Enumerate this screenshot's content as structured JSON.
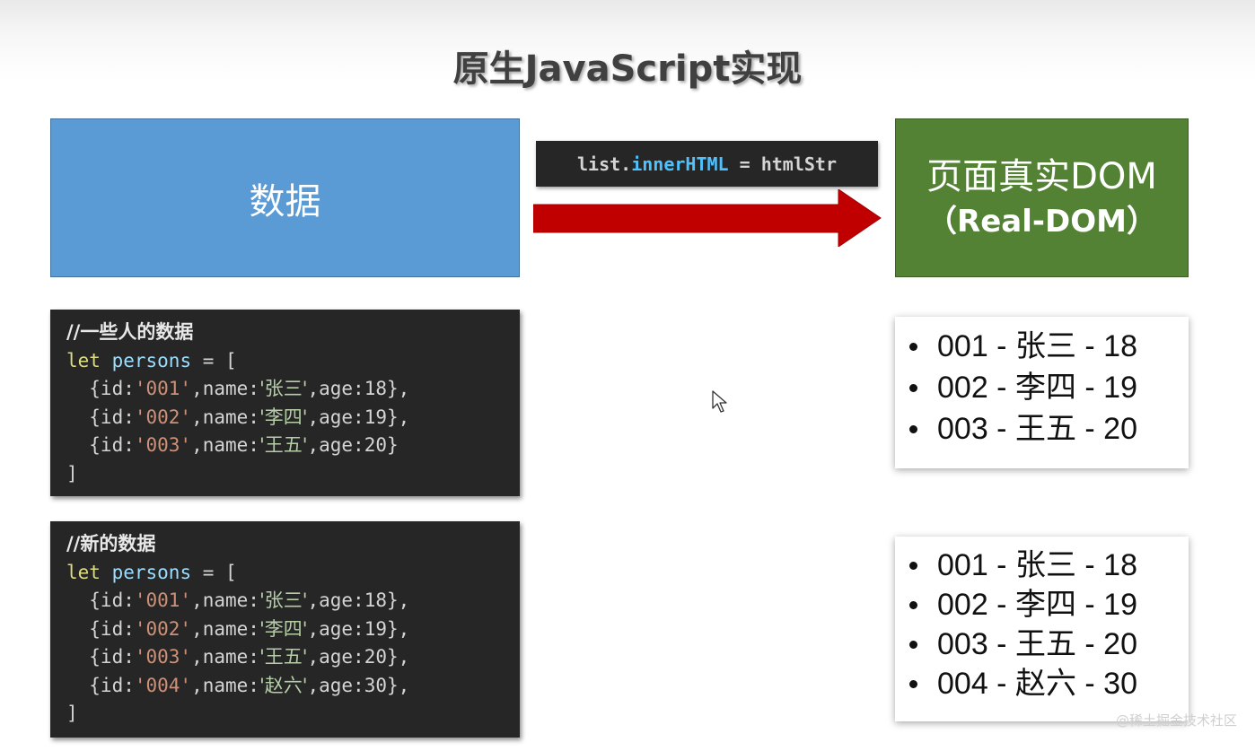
{
  "title": "原生JavaScript实现",
  "data_box": {
    "label": "数据"
  },
  "code_label": {
    "obj": "list.",
    "prop": "innerHTML",
    "rest": " = htmlStr"
  },
  "dom_box": {
    "line1": "页面真实DOM",
    "line2": "（Real-DOM）"
  },
  "code_block_1": {
    "comment": "//一些人的数据",
    "keyword": "let",
    "var_decl": "persons",
    "op": " = [",
    "close": "]",
    "rows": [
      {
        "pre": "  {id:",
        "id": "'001'",
        "mid1": ",name:",
        "name": "'张三'",
        "mid2": ",age:",
        "age": "18",
        "post": "},"
      },
      {
        "pre": "  {id:",
        "id": "'002'",
        "mid1": ",name:",
        "name": "'李四'",
        "mid2": ",age:",
        "age": "19",
        "post": "},"
      },
      {
        "pre": "  {id:",
        "id": "'003'",
        "mid1": ",name:",
        "name": "'王五'",
        "mid2": ",age:",
        "age": "20",
        "post": "}"
      }
    ]
  },
  "code_block_2": {
    "comment": "//新的数据",
    "keyword": "let",
    "var_decl": "persons",
    "op": " = [",
    "close": "]",
    "rows": [
      {
        "pre": "  {id:",
        "id": "'001'",
        "mid1": ",name:",
        "name": "'张三'",
        "mid2": ",age:",
        "age": "18",
        "post": "},"
      },
      {
        "pre": "  {id:",
        "id": "'002'",
        "mid1": ",name:",
        "name": "'李四'",
        "mid2": ",age:",
        "age": "19",
        "post": "},"
      },
      {
        "pre": "  {id:",
        "id": "'003'",
        "mid1": ",name:",
        "name": "'王五'",
        "mid2": ",age:",
        "age": "20",
        "post": "},"
      },
      {
        "pre": "  {id:",
        "id": "'004'",
        "mid1": ",name:",
        "name": "'赵六'",
        "mid2": ",age:",
        "age": "30",
        "post": "},"
      }
    ]
  },
  "list_1": [
    "001 - 张三 - 18",
    "002 - 李四 - 19",
    "003 - 王五 - 20"
  ],
  "list_2": [
    "001 - 张三 - 18",
    "002 - 李四 - 19",
    "003 - 王五 - 20",
    "004 - 赵六 - 30"
  ],
  "watermark": "@稀土掘金技术社区",
  "colors": {
    "data_box": "#5b9bd5",
    "dom_box": "#548235",
    "arrow": "#c00000",
    "code_bg": "#262626"
  }
}
